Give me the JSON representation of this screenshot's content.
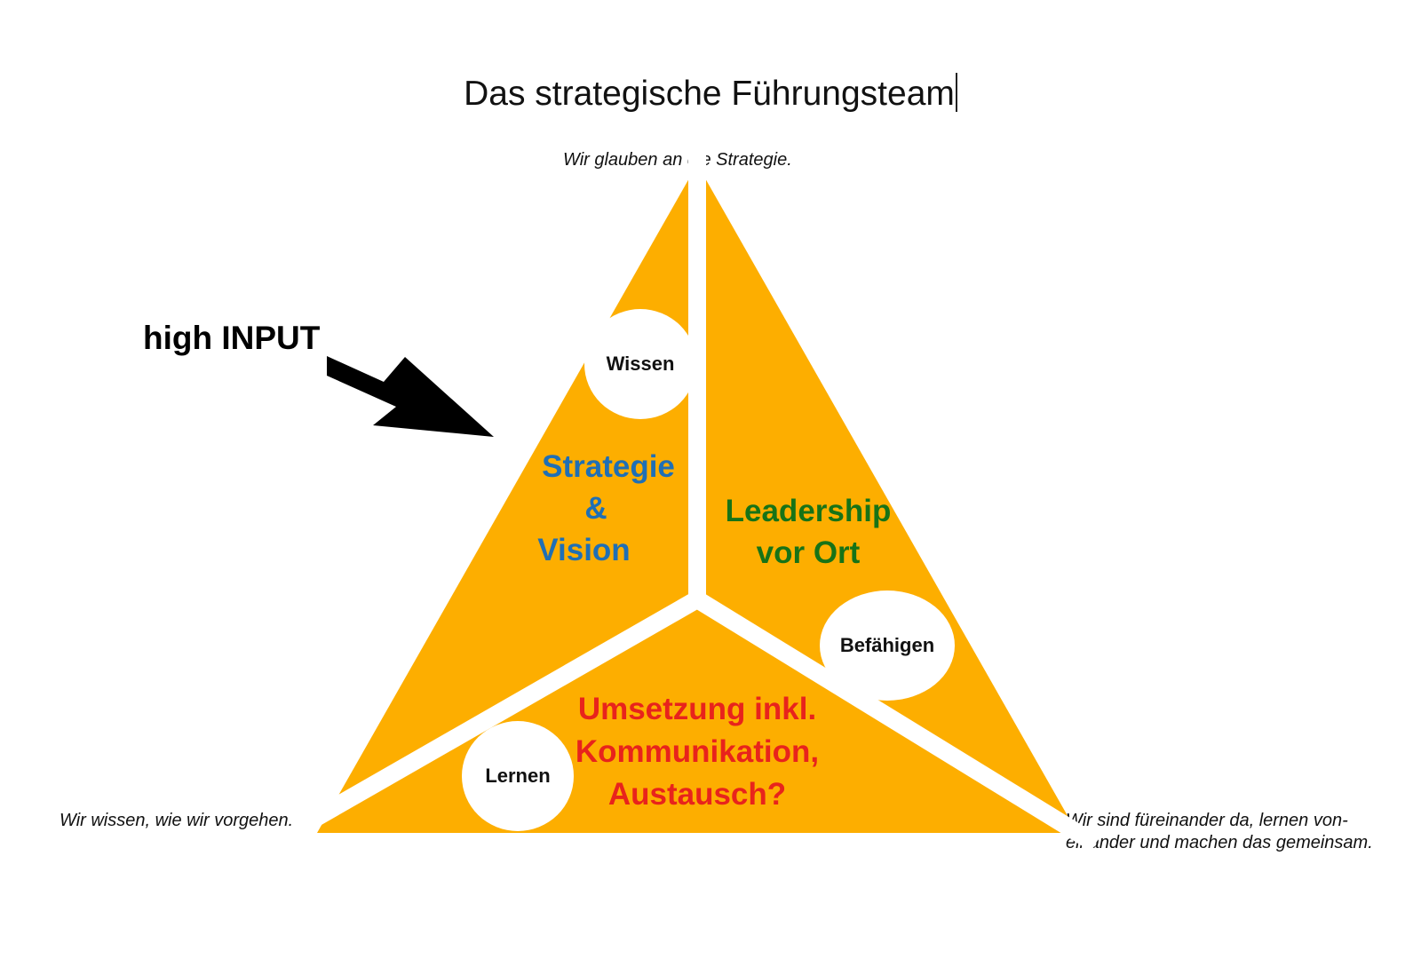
{
  "title": "Das strategische Führungsteam",
  "captions": {
    "top": "Wir glauben an die Strategie.",
    "left": "Wir wissen, wie wir vorgehen.",
    "right_line1": "Wir sind füreinander da, lernen von-",
    "right_line2": "einander und machen das gemeinsam."
  },
  "input_label": "high INPUT",
  "segments": {
    "strategy": {
      "line1": "Strategie",
      "line2": "&",
      "line3": "Vision",
      "color": "#1f6fb5"
    },
    "leadership": {
      "line1": "Leadership",
      "line2": "vor Ort",
      "color": "#177317"
    },
    "execution": {
      "line1": "Umsetzung inkl.",
      "line2": "Kommunikation,",
      "line3": "Austausch?",
      "color": "#e8231c"
    }
  },
  "bubbles": {
    "wissen": "Wissen",
    "befaehigen": "Befähigen",
    "lernen": "Lernen"
  },
  "colors": {
    "triangle_fill": "#fdae00",
    "divider": "#ffffff",
    "arrow": "#000000"
  },
  "icons": {
    "arrow": "arrow-right-down-icon"
  }
}
